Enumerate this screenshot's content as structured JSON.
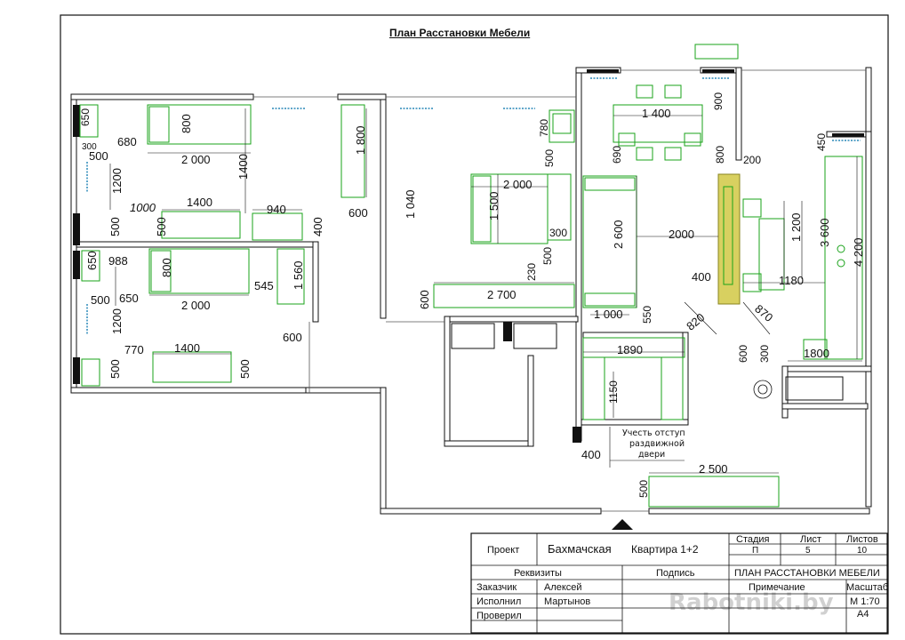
{
  "title": "План Расстановки Мебели",
  "dimensions": [
    {
      "id": "d650a",
      "text": "650"
    },
    {
      "id": "d300",
      "text": "300"
    },
    {
      "id": "d680",
      "text": "680"
    },
    {
      "id": "d800a",
      "text": "800"
    },
    {
      "id": "d2000a",
      "text": "2 000"
    },
    {
      "id": "d500a",
      "text": "500"
    },
    {
      "id": "d1200a",
      "text": "1200"
    },
    {
      "id": "d1400a",
      "text": "1400"
    },
    {
      "id": "d1000a",
      "text": "1000"
    },
    {
      "id": "d1400b",
      "text": "1400"
    },
    {
      "id": "d940",
      "text": "940"
    },
    {
      "id": "d500b",
      "text": "500"
    },
    {
      "id": "d500c",
      "text": "500"
    },
    {
      "id": "d400a",
      "text": "400"
    },
    {
      "id": "d1800a",
      "text": "1 800"
    },
    {
      "id": "d600a",
      "text": "600"
    },
    {
      "id": "d1040",
      "text": "1 040"
    },
    {
      "id": "d650b",
      "text": "650"
    },
    {
      "id": "d988",
      "text": "988"
    },
    {
      "id": "d800b",
      "text": "800"
    },
    {
      "id": "d545",
      "text": "545"
    },
    {
      "id": "d1560",
      "text": "1 560"
    },
    {
      "id": "d500d",
      "text": "500"
    },
    {
      "id": "d650c",
      "text": "650"
    },
    {
      "id": "d2000b",
      "text": "2 000"
    },
    {
      "id": "d1200b",
      "text": "1200"
    },
    {
      "id": "d600b",
      "text": "600"
    },
    {
      "id": "d770",
      "text": "770"
    },
    {
      "id": "d1400c",
      "text": "1400"
    },
    {
      "id": "d500e",
      "text": "500"
    },
    {
      "id": "d500f",
      "text": "500"
    },
    {
      "id": "d780",
      "text": "780"
    },
    {
      "id": "d500g",
      "text": "500"
    },
    {
      "id": "d2000c",
      "text": "2 000"
    },
    {
      "id": "d1500",
      "text": "1 500"
    },
    {
      "id": "d300b",
      "text": "300"
    },
    {
      "id": "d500h",
      "text": "500"
    },
    {
      "id": "d230",
      "text": "230"
    },
    {
      "id": "d2700",
      "text": "2 700"
    },
    {
      "id": "d600c",
      "text": "600"
    },
    {
      "id": "d1400d",
      "text": "1 400"
    },
    {
      "id": "d900",
      "text": "900"
    },
    {
      "id": "d690",
      "text": "690"
    },
    {
      "id": "d800c",
      "text": "800"
    },
    {
      "id": "d200",
      "text": "200"
    },
    {
      "id": "d450",
      "text": "450"
    },
    {
      "id": "d2600",
      "text": "2 600"
    },
    {
      "id": "d2000d",
      "text": "2000"
    },
    {
      "id": "d1200c",
      "text": "1 200"
    },
    {
      "id": "d3600",
      "text": "3 600"
    },
    {
      "id": "d4200",
      "text": "4 200"
    },
    {
      "id": "d400b",
      "text": "400"
    },
    {
      "id": "d1180",
      "text": "1180"
    },
    {
      "id": "d1000b",
      "text": "1 000"
    },
    {
      "id": "d550",
      "text": "550"
    },
    {
      "id": "d820",
      "text": "820"
    },
    {
      "id": "d870",
      "text": "870"
    },
    {
      "id": "d1890",
      "text": "1890"
    },
    {
      "id": "d600d",
      "text": "600"
    },
    {
      "id": "d300c",
      "text": "300"
    },
    {
      "id": "d1800b",
      "text": "1800"
    },
    {
      "id": "d1150",
      "text": "1150"
    },
    {
      "id": "d400c",
      "text": "400"
    },
    {
      "id": "d2500",
      "text": "2 500"
    },
    {
      "id": "d500i",
      "text": "500"
    }
  ],
  "note_lines": [
    "Учесть отступ",
    "раздвижной",
    "двери"
  ],
  "title_block": {
    "project_label": "Проект",
    "project_name": "Бахмачская",
    "apartment": "Квартира 1+2",
    "stage_label": "Стадия",
    "stage_value": "П",
    "sheet_label": "Лист",
    "sheet_value": "5",
    "sheets_label": "Листов",
    "sheets_value": "10",
    "requisites_label": "Реквизиты",
    "signature_label": "Подпись",
    "drawing_title": "ПЛАН РАССТАНОВКИ МЕБЕЛИ",
    "customer_label": "Заказчик",
    "customer_value": "Алексей",
    "note_label": "Примечание",
    "scale_label": "Масштаб",
    "executor_label": "Исполнил",
    "executor_value": "Мартынов",
    "scale_value": "М 1:70",
    "checked_label": "Проверил",
    "format_value": "А4"
  },
  "watermark": "Rabotniki.by",
  "colors": {
    "wall": "#111111",
    "furniture": "#1aa31a",
    "highlight": "#d8d060",
    "window": "#2a88b8"
  }
}
